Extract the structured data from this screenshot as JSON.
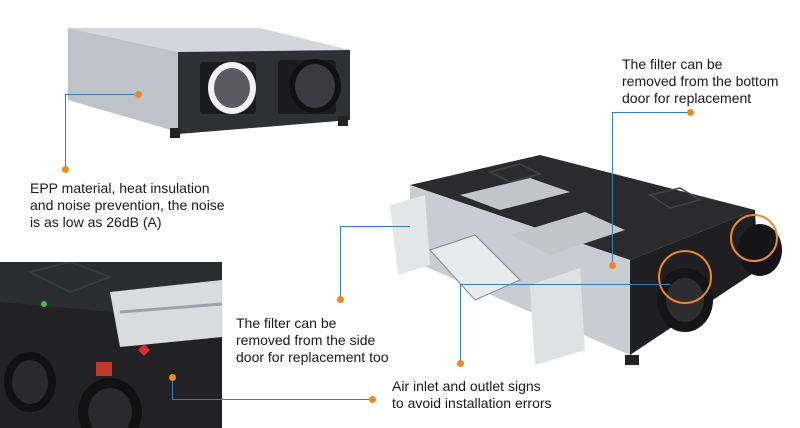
{
  "captions": {
    "epp": "EPP material, heat insulation\nand noise prevention, the noise\nis as low as 26dB (A)",
    "bottom_door": "The filter can be\nremoved from the bottom\ndoor for replacement",
    "side_door": "The filter can be\nremoved from the side\ndoor for replacement too",
    "signs": "Air inlet and outlet signs\nto avoid installation errors"
  },
  "colors": {
    "accent_dot": "#f08a1d",
    "leader_line": "#2f7fc1",
    "highlight_ring": "#e98a2b",
    "unit_body": "#2b2b2e",
    "insulation": "#c9ccd0"
  },
  "icons": {
    "dot": "callout-dot",
    "ring": "highlight-ring"
  }
}
